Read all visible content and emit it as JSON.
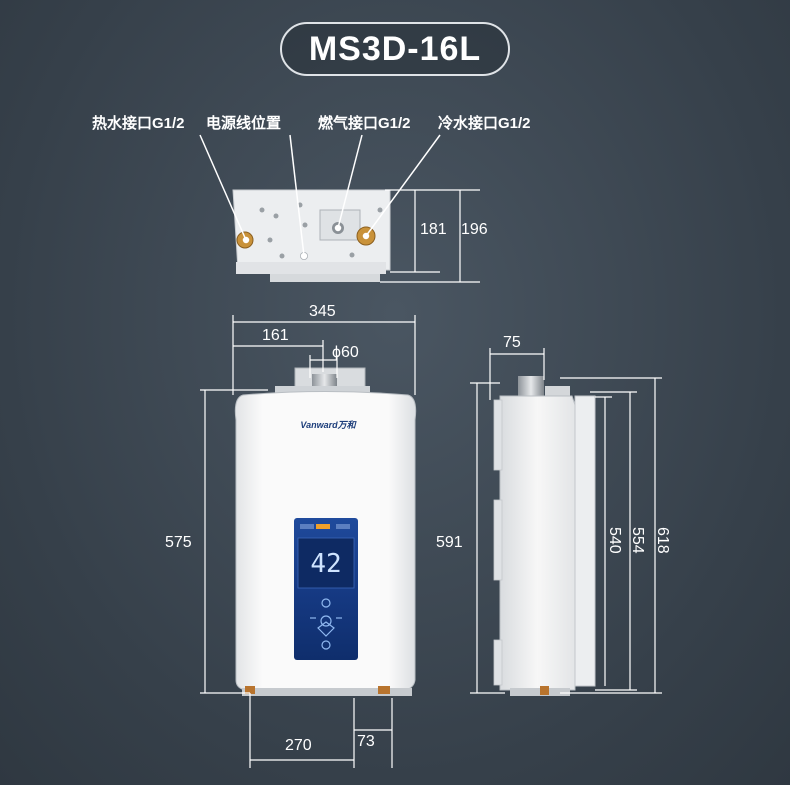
{
  "title": "MS3D-16L",
  "brand_logo": "Vanward万和",
  "display_value": "42",
  "port_labels": {
    "hot_water": "热水接口G1/2",
    "power_cable": "电源线位置",
    "gas": "燃气接口G1/2",
    "cold_water": "冷水接口G1/2"
  },
  "dimensions": {
    "bottom_view_181": "181",
    "bottom_view_196": "196",
    "width_345": "345",
    "offset_161": "161",
    "flue_diameter": "ϕ60",
    "height_575": "575",
    "bottom_270": "270",
    "bottom_73": "73",
    "side_depth_75": "75",
    "side_591": "591",
    "side_540": "540",
    "side_554": "554",
    "side_618": "618"
  },
  "colors": {
    "background": "#3b4650",
    "panel_blue": "#1a3f8a",
    "body_white": "#f4f5f6"
  }
}
